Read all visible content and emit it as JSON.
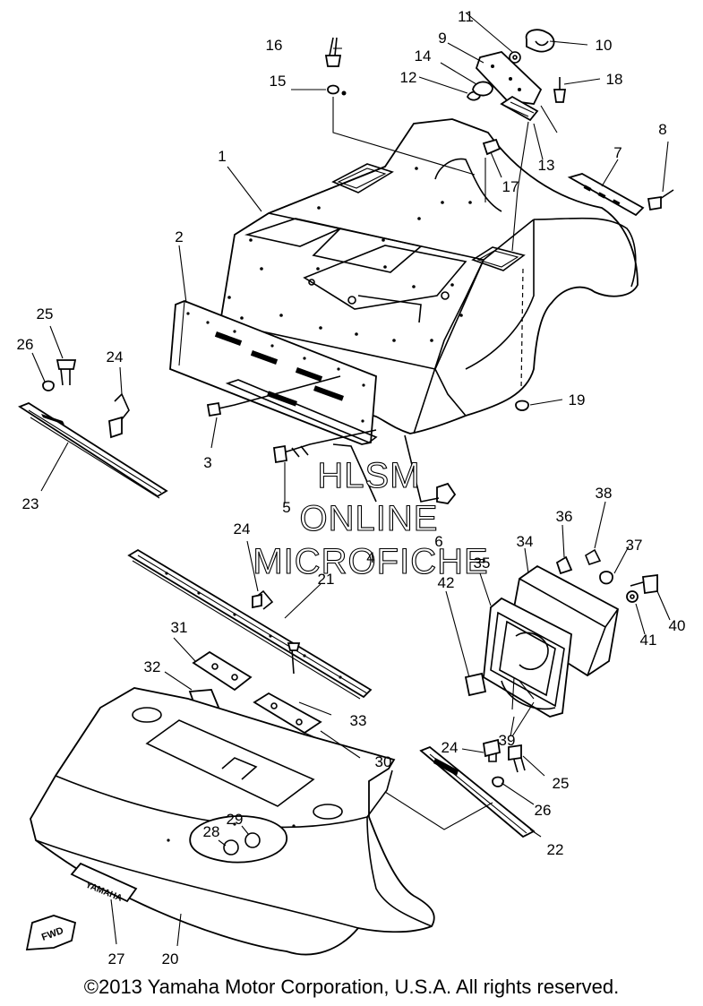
{
  "watermark": {
    "line1": "HLSM",
    "line2": "ONLINE",
    "line3": "MICROFICHE"
  },
  "copyright": "©2013 Yamaha Motor Corporation, U.S.A. All rights reserved.",
  "decal_text": "YAMAHA",
  "fwd_text": "FWD",
  "callouts": [
    {
      "id": "1",
      "text": "1"
    },
    {
      "id": "2",
      "text": "2"
    },
    {
      "id": "3",
      "text": "3"
    },
    {
      "id": "4",
      "text": "4"
    },
    {
      "id": "5",
      "text": "5"
    },
    {
      "id": "6",
      "text": "6"
    },
    {
      "id": "7",
      "text": "7"
    },
    {
      "id": "8",
      "text": "8"
    },
    {
      "id": "9",
      "text": "9"
    },
    {
      "id": "10",
      "text": "10"
    },
    {
      "id": "11",
      "text": "11"
    },
    {
      "id": "12",
      "text": "12"
    },
    {
      "id": "13",
      "text": "13"
    },
    {
      "id": "14",
      "text": "14"
    },
    {
      "id": "15",
      "text": "15"
    },
    {
      "id": "16",
      "text": "16"
    },
    {
      "id": "17",
      "text": "17"
    },
    {
      "id": "18",
      "text": "18"
    },
    {
      "id": "19",
      "text": "19"
    },
    {
      "id": "20",
      "text": "20"
    },
    {
      "id": "21",
      "text": "21"
    },
    {
      "id": "22",
      "text": "22"
    },
    {
      "id": "23",
      "text": "23"
    },
    {
      "id": "24a",
      "text": "24"
    },
    {
      "id": "24b",
      "text": "24"
    },
    {
      "id": "24c",
      "text": "24"
    },
    {
      "id": "25a",
      "text": "25"
    },
    {
      "id": "25b",
      "text": "25"
    },
    {
      "id": "26a",
      "text": "26"
    },
    {
      "id": "26b",
      "text": "26"
    },
    {
      "id": "27",
      "text": "27"
    },
    {
      "id": "28",
      "text": "28"
    },
    {
      "id": "29",
      "text": "29"
    },
    {
      "id": "30",
      "text": "30"
    },
    {
      "id": "31",
      "text": "31"
    },
    {
      "id": "32",
      "text": "32"
    },
    {
      "id": "33",
      "text": "33"
    },
    {
      "id": "34",
      "text": "34"
    },
    {
      "id": "35",
      "text": "35"
    },
    {
      "id": "36",
      "text": "36"
    },
    {
      "id": "37",
      "text": "37"
    },
    {
      "id": "38",
      "text": "38"
    },
    {
      "id": "39",
      "text": "39"
    },
    {
      "id": "40",
      "text": "40"
    },
    {
      "id": "41",
      "text": "41"
    },
    {
      "id": "42",
      "text": "42"
    }
  ]
}
